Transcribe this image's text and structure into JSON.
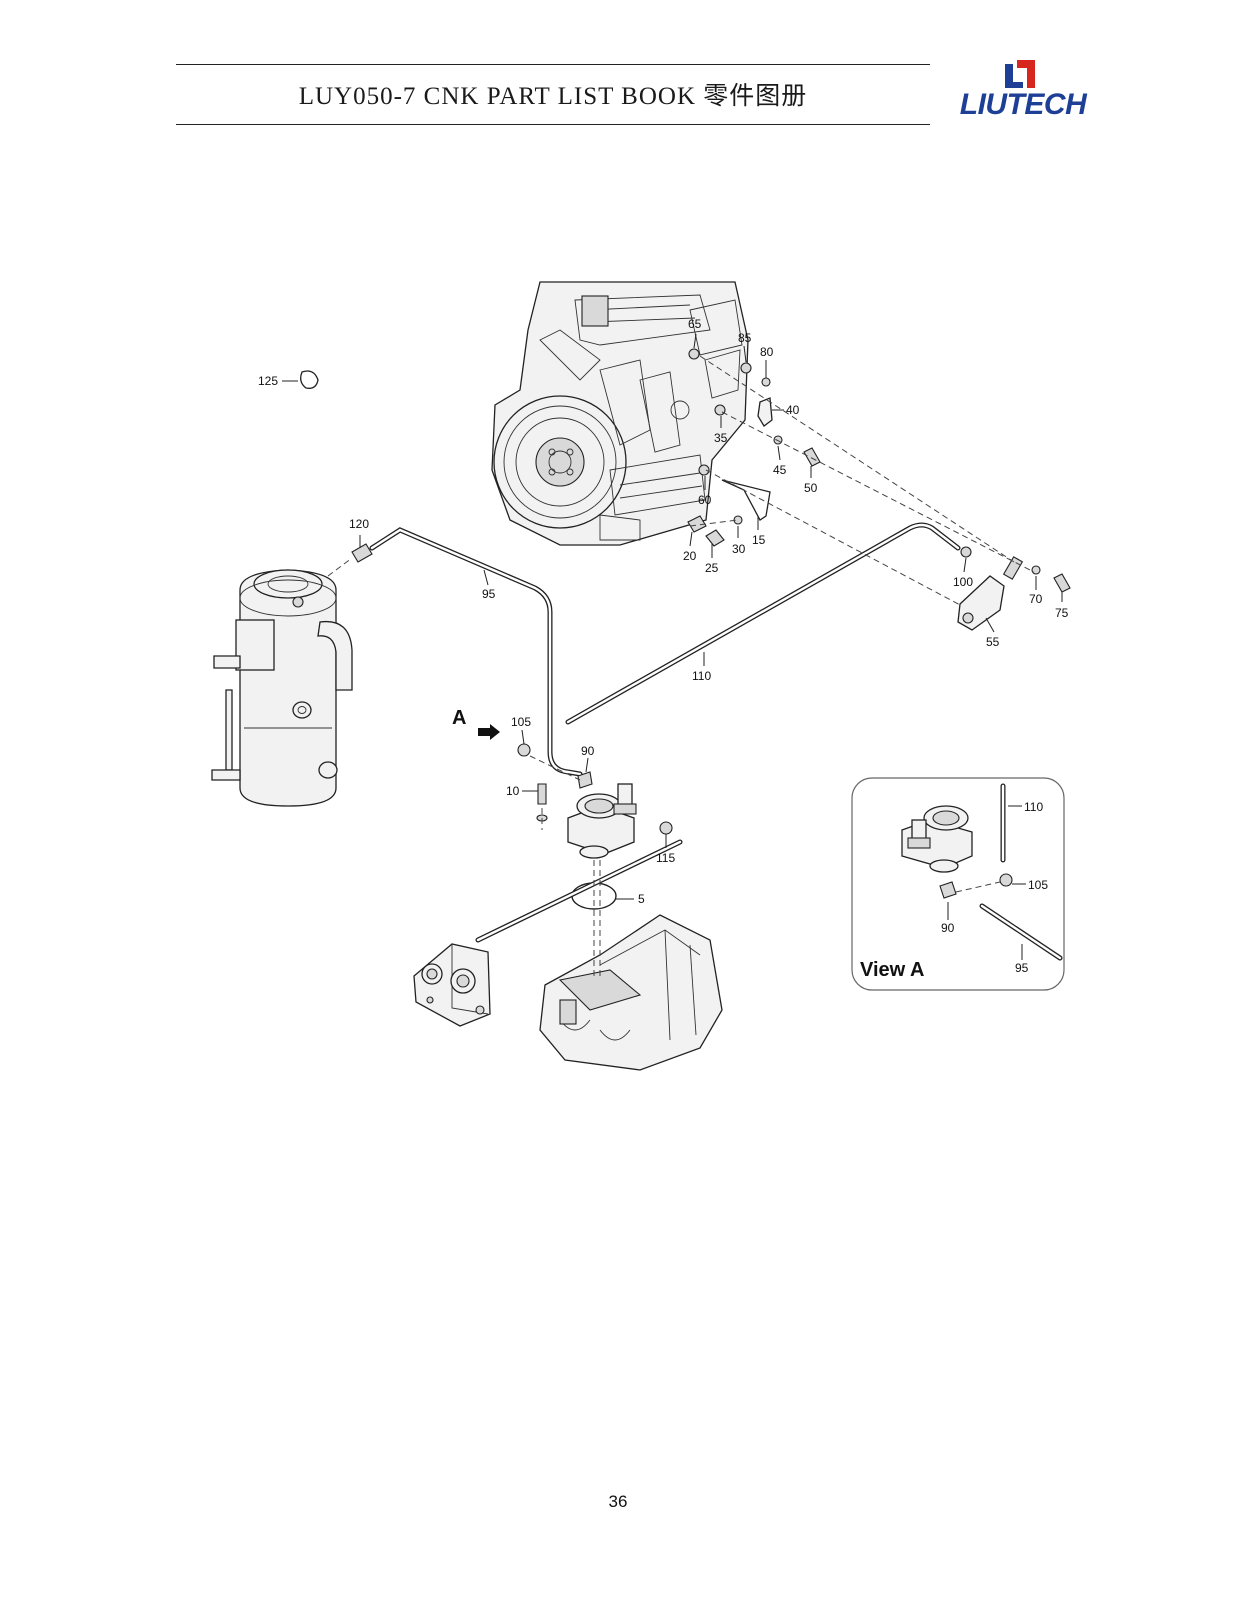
{
  "header": {
    "title": "LUY050-7 CNK PART LIST BOOK 零件图册",
    "logo_text": "LIUTECH",
    "logo_color": "#1d3f95",
    "logo_accent": "#d7261e"
  },
  "diagram": {
    "view_arrow_letter": "A",
    "view_box_title": "View A",
    "callouts": {
      "c5": "5",
      "c10": "10",
      "c15": "15",
      "c20": "20",
      "c25": "25",
      "c30": "30",
      "c35": "35",
      "c40": "40",
      "c45": "45",
      "c50": "50",
      "c55": "55",
      "c60": "60",
      "c65": "65",
      "c70": "70",
      "c75": "75",
      "c80": "80",
      "c85": "85",
      "c90": "90",
      "c95": "95",
      "c100": "100",
      "c105": "105",
      "c110": "110",
      "c115": "115",
      "c120": "120",
      "c125": "125"
    },
    "view_a_callouts": {
      "c110": "110",
      "c105": "105",
      "c90": "90",
      "c95": "95"
    }
  },
  "footer": {
    "page_number": "36"
  }
}
